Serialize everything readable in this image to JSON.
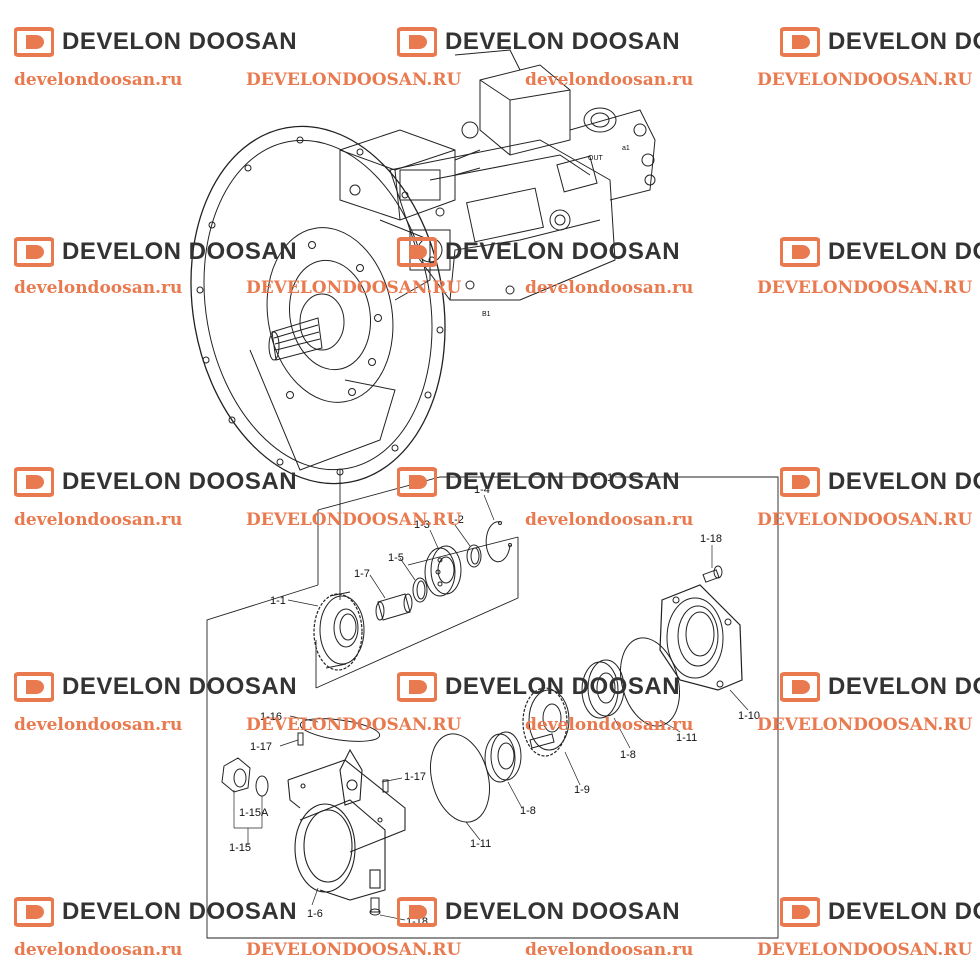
{
  "watermark": {
    "brand": "DEVELON DOOSAN",
    "url_lower": "develondoosan.ru",
    "url_upper": "DEVELONDOOSAN.RU",
    "brand_color": "#333333",
    "url_color": "#e97a4f"
  },
  "callouts": {
    "c1": "1",
    "c1_1": "1-1",
    "c1_2": "1-2",
    "c1_3": "1-3",
    "c1_4": "1-4",
    "c1_5": "1-5",
    "c1_6": "1-6",
    "c1_7": "1-7",
    "c1_8a": "1-8",
    "c1_8b": "1-8",
    "c1_9": "1-9",
    "c1_10": "1-10",
    "c1_11a": "1-11",
    "c1_11b": "1-11",
    "c1_15": "1-15",
    "c1_15a": "1-15A",
    "c1_16": "1-16",
    "c1_17a": "1-17",
    "c1_17b": "1-17",
    "c1_18a": "1-18",
    "c1_18b": "1-18"
  },
  "pump_labels": {
    "out": "OUT",
    "a1": "a1",
    "b1": "B1"
  }
}
